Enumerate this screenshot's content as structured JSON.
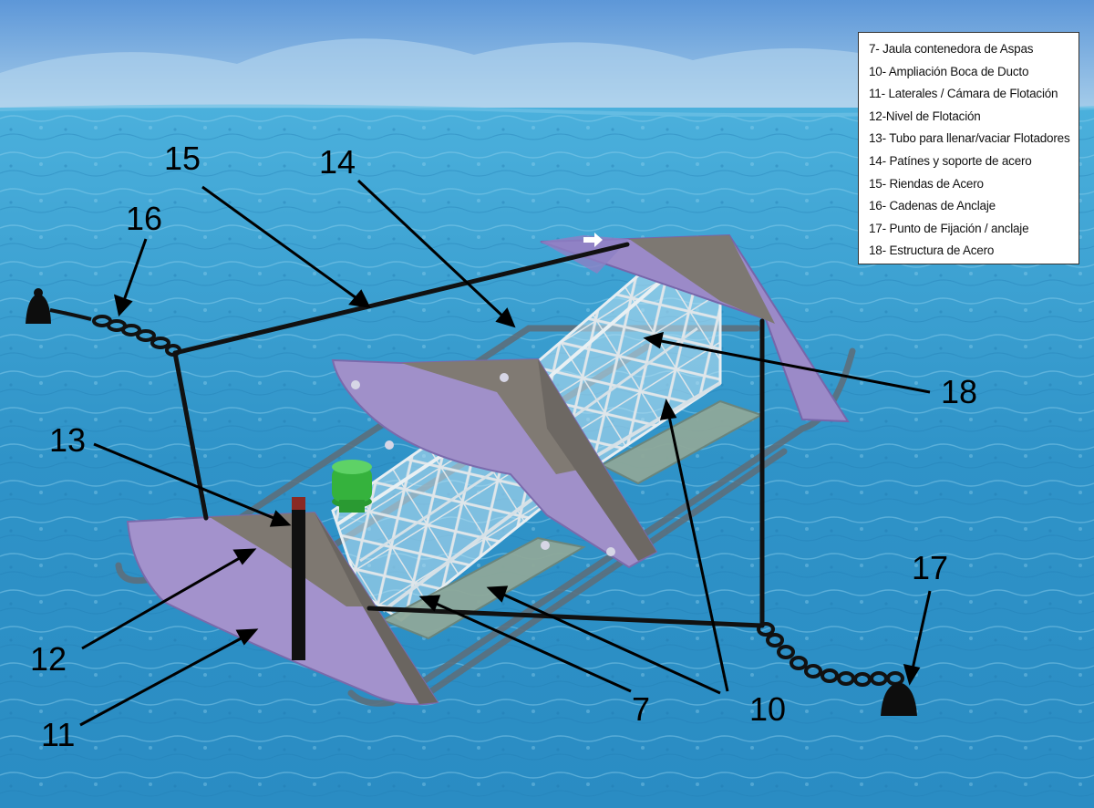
{
  "legend": {
    "items": [
      "7- Jaula contenedora de Aspas",
      "10- Ampliación Boca de Ducto",
      "11- Laterales / Cámara  de Flotación",
      "12-Nivel de Flotación",
      "13- Tubo para llenar/vaciar Flotadores",
      "14- Patínes y soporte de acero",
      "15- Riendas de Acero",
      "16- Cadenas de Anclaje",
      "17- Punto de Fijación / anclaje",
      "18- Estructura de Acero"
    ]
  },
  "callouts": {
    "n7": "7",
    "n10": "10",
    "n11": "11",
    "n12": "12",
    "n13": "13",
    "n14": "14",
    "n15": "15",
    "n16": "16",
    "n17": "17",
    "n18": "18"
  },
  "colors": {
    "sky": "#7fb3e3",
    "water": "#2f93c8",
    "floater": "#a08fc9",
    "steel": "#6f6a66",
    "cable": "#111111",
    "valve": "#33b13a"
  }
}
